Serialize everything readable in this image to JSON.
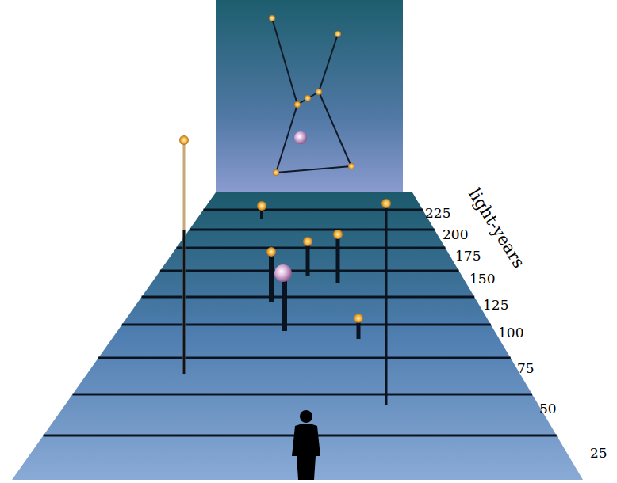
{
  "diagram": {
    "labels": [
      "light-years",
      "225",
      "200",
      "175",
      "150",
      "125",
      "100",
      "75",
      "50",
      "25"
    ]
  }
}
